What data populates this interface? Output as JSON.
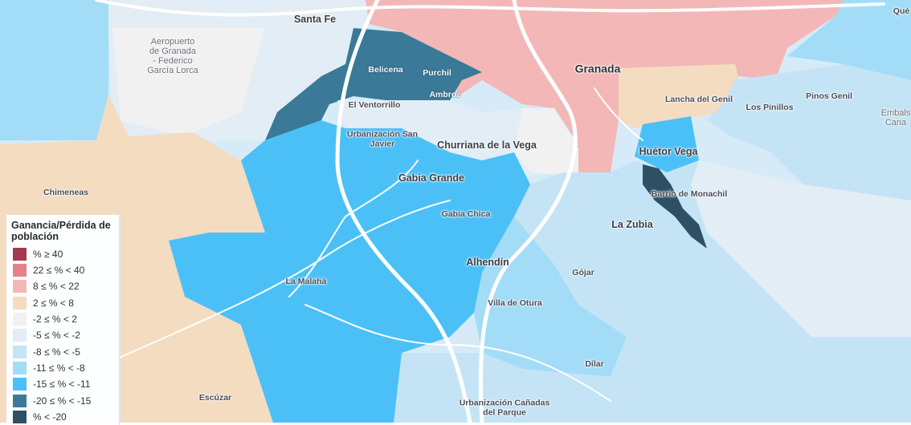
{
  "map": {
    "places": [
      {
        "id": "santa-fe",
        "label": "Santa Fe",
        "style": "mid"
      },
      {
        "id": "granada",
        "label": "Granada",
        "style": "big"
      },
      {
        "id": "que",
        "label": "Qué",
        "style": "small"
      },
      {
        "id": "aeropuerto",
        "label": "Aeropuerto\nde Granada\n- Federico\nGarcía Lorca",
        "style": "muted"
      },
      {
        "id": "belicena",
        "label": "Belicena",
        "style": "dark"
      },
      {
        "id": "purchil",
        "label": "Purchil",
        "style": "dark"
      },
      {
        "id": "ambroz",
        "label": "Ambroz",
        "style": "dark"
      },
      {
        "id": "el-ventorrillo",
        "label": "El Ventorrillo",
        "style": "small"
      },
      {
        "id": "lancha-del-genil",
        "label": "Lancha del Genil",
        "style": "small"
      },
      {
        "id": "los-pinillos",
        "label": "Los Pinillos",
        "style": "small"
      },
      {
        "id": "pinos-genil",
        "label": "Pinos Genil",
        "style": "small"
      },
      {
        "id": "embalse",
        "label": "Embals\nCana",
        "style": "muted"
      },
      {
        "id": "urbanizacion-san-javier",
        "label": "Urbanización San\nJavier",
        "style": "small"
      },
      {
        "id": "churriana",
        "label": "Churriana de la Vega",
        "style": "mid"
      },
      {
        "id": "huetor-vega",
        "label": "Huétor Vega",
        "style": "mid"
      },
      {
        "id": "gabia-grande",
        "label": "Gabia Grande",
        "style": "mid"
      },
      {
        "id": "barrio-monachil",
        "label": "Barrio de Monachil",
        "style": "small"
      },
      {
        "id": "chimeneas",
        "label": "Chimeneas",
        "style": "small"
      },
      {
        "id": "gabia-chica",
        "label": "Gabia Chica",
        "style": "small"
      },
      {
        "id": "la-zubia",
        "label": "La Zubia",
        "style": "mid"
      },
      {
        "id": "alhendin",
        "label": "Alhendín",
        "style": "mid"
      },
      {
        "id": "gojar",
        "label": "Gójar",
        "style": "small"
      },
      {
        "id": "la-malaha",
        "label": "La Malahá",
        "style": "small"
      },
      {
        "id": "villa-de-otura",
        "label": "Villa de Otura",
        "style": "small"
      },
      {
        "id": "dilar",
        "label": "Dílar",
        "style": "small"
      },
      {
        "id": "escuzar",
        "label": "Escúzar",
        "style": "small"
      },
      {
        "id": "canadas",
        "label": "Urbanización Cañadas\ndel Parque",
        "style": "small"
      }
    ]
  },
  "legend": {
    "title": "Ganancia/Pérdida de población",
    "items": [
      {
        "label": "% ≥ 40",
        "color": "#a33a52"
      },
      {
        "label": "22 ≤ % < 40",
        "color": "#e8808a"
      },
      {
        "label": "8 ≤ % < 22",
        "color": "#f4b7b7"
      },
      {
        "label": "2 ≤ % < 8",
        "color": "#f4dcc1"
      },
      {
        "label": "-2 ≤ % < 2",
        "color": "#f1f1f1"
      },
      {
        "label": "-5 ≤ % < -2",
        "color": "#e2edf6"
      },
      {
        "label": "-8 ≤ % < -5",
        "color": "#c4e4f6"
      },
      {
        "label": "-11 ≤ % < -8",
        "color": "#a3dcf7"
      },
      {
        "label": "-15 ≤ % < -11",
        "color": "#4bc0f7"
      },
      {
        "label": "-20 ≤ % < -15",
        "color": "#3a7a98"
      },
      {
        "label": "% < -20",
        "color": "#2e5065"
      }
    ]
  }
}
